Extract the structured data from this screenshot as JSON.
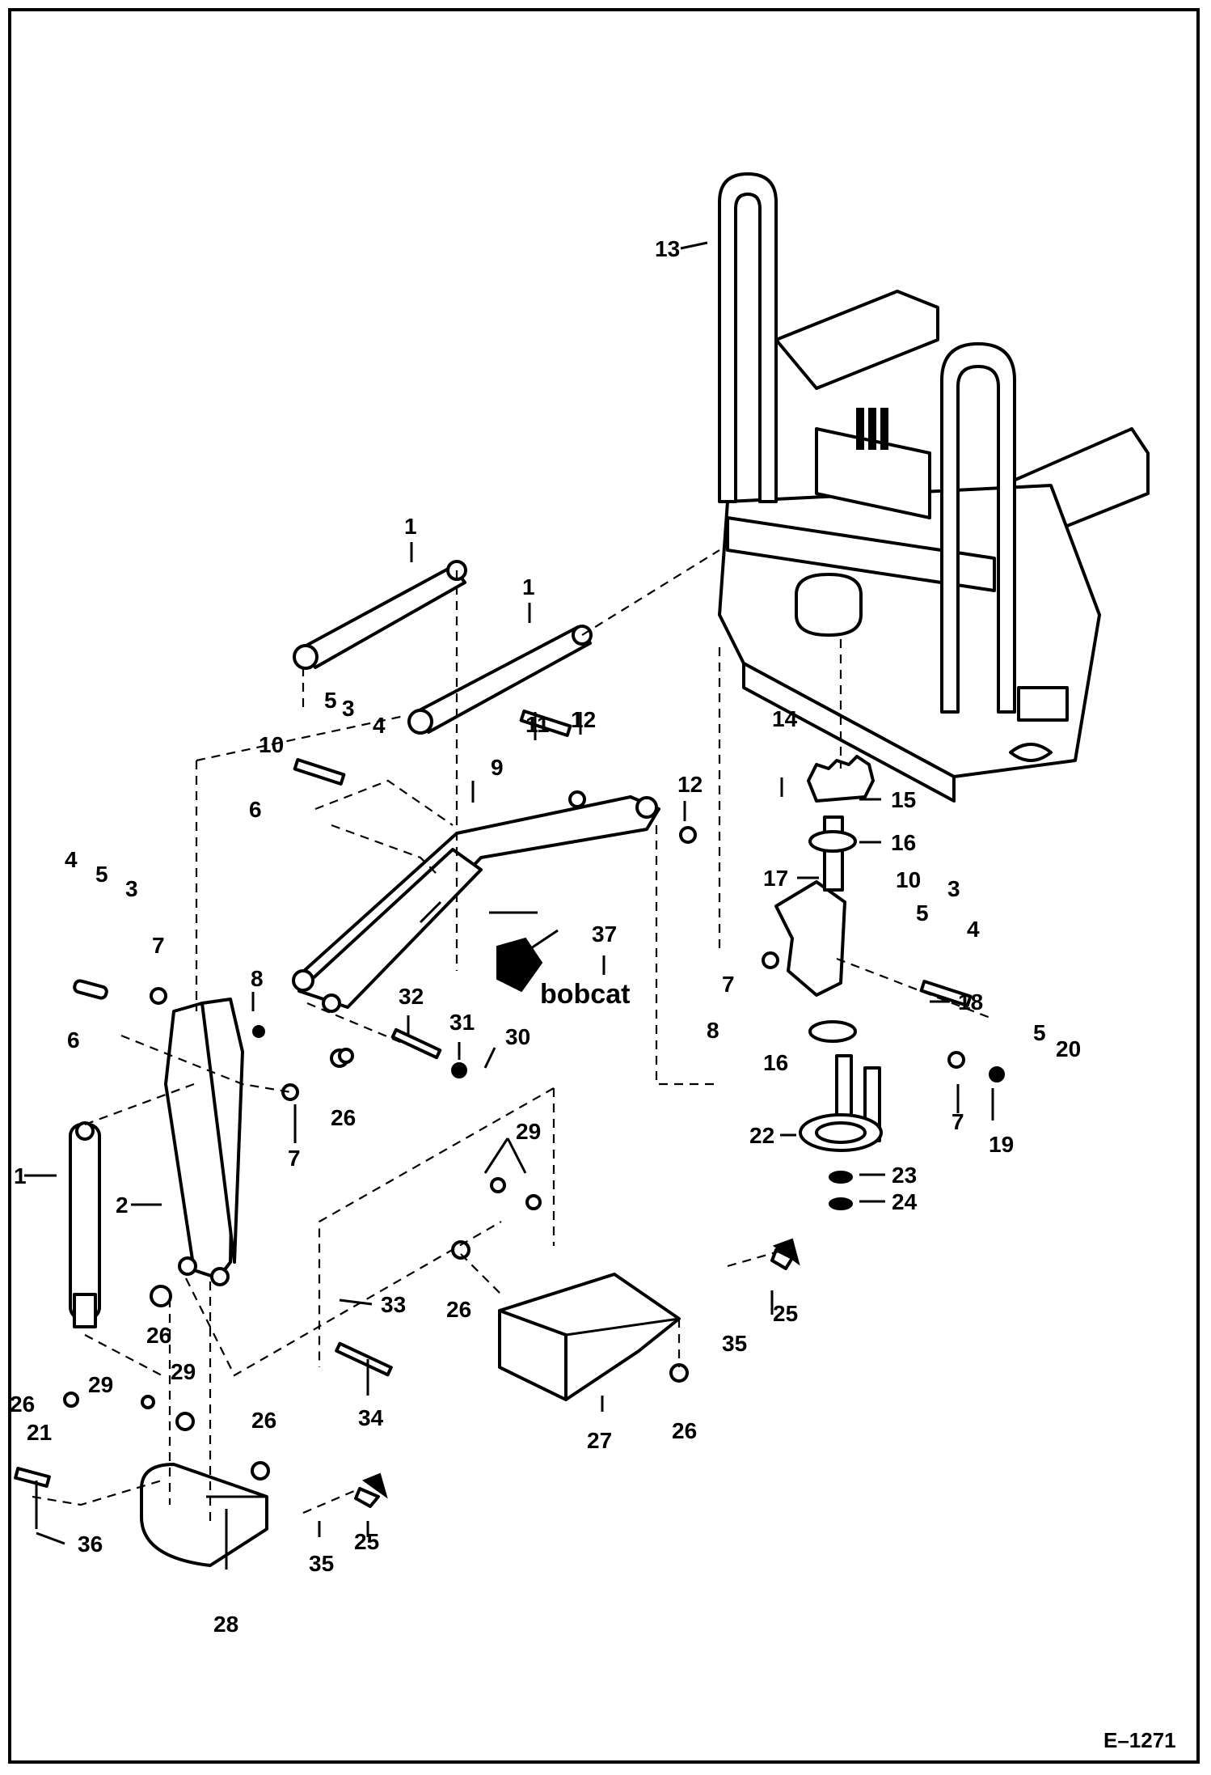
{
  "figure_ref": "E–1271",
  "brand_text": "bobcat",
  "callouts": {
    "c1a": "1",
    "c1b": "1",
    "c1c": "1",
    "c2": "2",
    "c3a": "3",
    "c3b": "3",
    "c3c": "3",
    "c4a": "4",
    "c4b": "4",
    "c4c": "4",
    "c5a": "5",
    "c5b": "5",
    "c5c": "5",
    "c5d": "5",
    "c6a": "6",
    "c6b": "6",
    "c7a": "7",
    "c7b": "7",
    "c7c": "7",
    "c7d": "7",
    "c8a": "8",
    "c8b": "8",
    "c9": "9",
    "c10a": "10",
    "c10b": "10",
    "c11": "11",
    "c12a": "12",
    "c12b": "12",
    "c13": "13",
    "c14": "14",
    "c15": "15",
    "c16a": "16",
    "c16b": "16",
    "c17": "17",
    "c18": "18",
    "c19": "19",
    "c20": "20",
    "c21": "21",
    "c22": "22",
    "c23": "23",
    "c24": "24",
    "c25a": "25",
    "c25b": "25",
    "c26a": "26",
    "c26b": "26",
    "c26c": "26",
    "c26d": "26",
    "c26e": "26",
    "c26f": "26",
    "c27": "27",
    "c28": "28",
    "c29a": "29",
    "c29b": "29",
    "c29c": "29",
    "c30": "30",
    "c31": "31",
    "c32": "32",
    "c33": "33",
    "c34": "34",
    "c35a": "35",
    "c35b": "35",
    "c36": "36",
    "c37": "37"
  }
}
